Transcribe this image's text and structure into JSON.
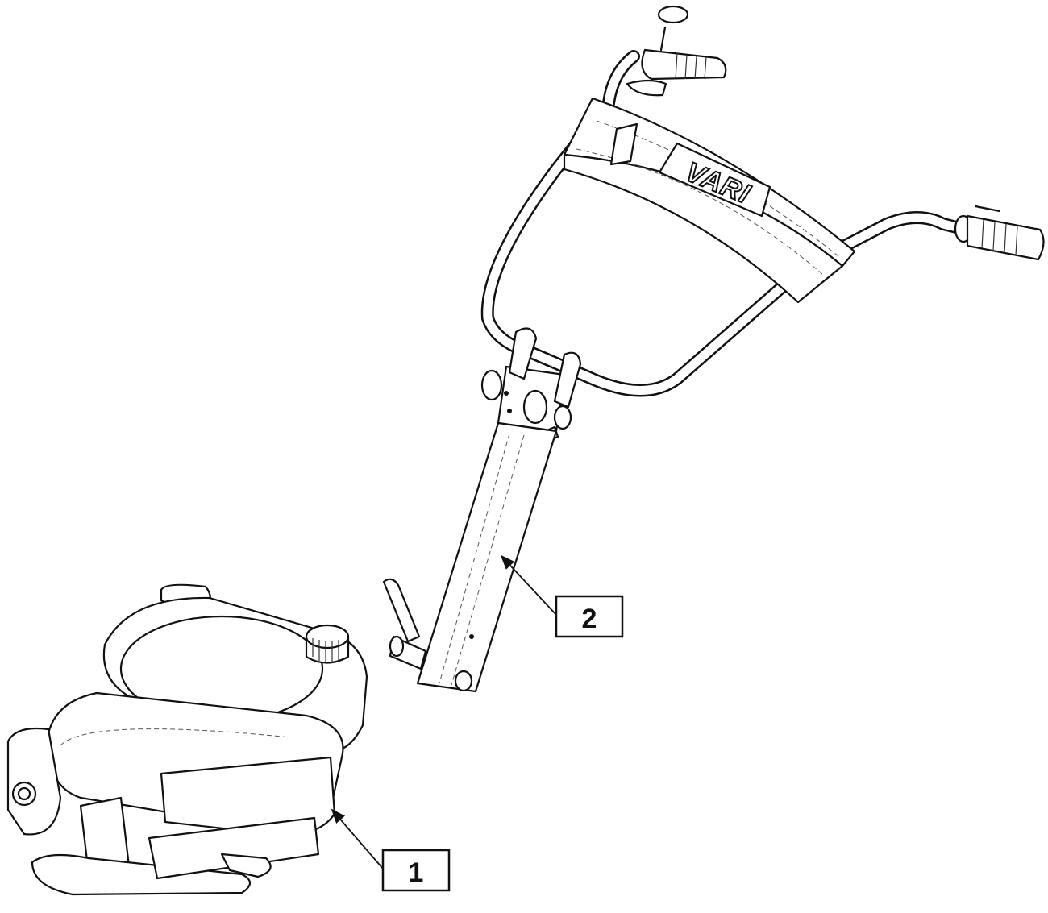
{
  "diagram": {
    "logo": {
      "text": "VARI"
    },
    "callouts": [
      {
        "id": "engine",
        "label": "1"
      },
      {
        "id": "handlebar",
        "label": "2"
      }
    ],
    "colors": {
      "line": "#111111",
      "background": "#ffffff"
    }
  }
}
